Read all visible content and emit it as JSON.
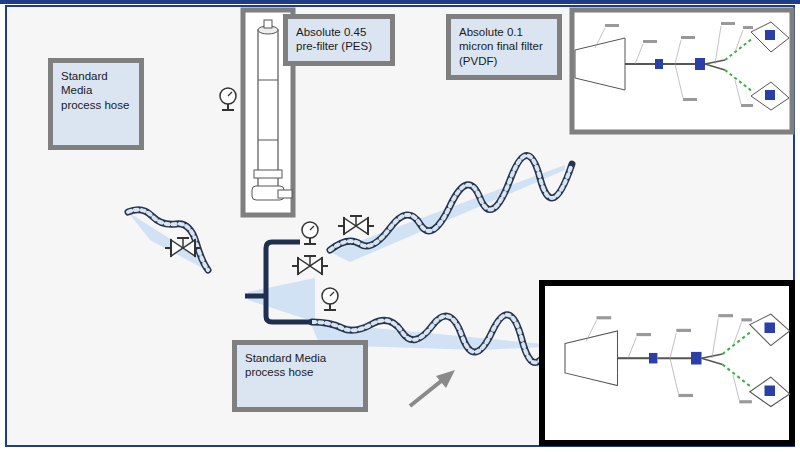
{
  "diagram": {
    "nodes": [
      {
        "text": [
          "Standard Media process hose"
        ]
      },
      {
        "text": [
          "Absolute 0.45 pre-filter (PES)"
        ]
      },
      {
        "text": [
          "Absolute 0.1 micron final filter (PVDF)"
        ]
      },
      {
        "text": [
          "Standard Media process hose"
        ]
      }
    ]
  }
}
